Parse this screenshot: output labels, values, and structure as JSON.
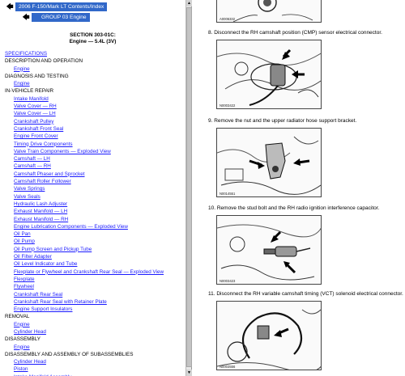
{
  "nav": {
    "contents_link": "2006 F-150/Mark LT Contents/Index",
    "group_link": "GROUP 03  Engine"
  },
  "section": {
    "line1": "SECTION 303-01C:",
    "line2": "Engine — 5.4L (3V)"
  },
  "toc": [
    {
      "text": "SPECIFICATIONS",
      "type": "link",
      "indent": false
    },
    {
      "text": "DESCRIPTION AND OPERATION",
      "type": "head",
      "indent": false
    },
    {
      "text": "Engine",
      "type": "link",
      "indent": true
    },
    {
      "text": "DIAGNOSIS AND TESTING",
      "type": "head",
      "indent": false
    },
    {
      "text": "Engine",
      "type": "link",
      "indent": true
    },
    {
      "text": "IN-VEHICLE REPAIR",
      "type": "head",
      "indent": false
    },
    {
      "text": "Intake Manifold",
      "type": "link",
      "indent": true
    },
    {
      "text": "Valve Cover — RH",
      "type": "link",
      "indent": true
    },
    {
      "text": "Valve Cover — LH",
      "type": "link",
      "indent": true
    },
    {
      "text": "Crankshaft Pulley",
      "type": "link",
      "indent": true
    },
    {
      "text": "Crankshaft Front Seal",
      "type": "link",
      "indent": true
    },
    {
      "text": "Engine Front Cover",
      "type": "link",
      "indent": true
    },
    {
      "text": "Timing Drive Components",
      "type": "link",
      "indent": true
    },
    {
      "text": "Valve Train Components — Exploded View",
      "type": "link",
      "indent": true
    },
    {
      "text": "Camshaft — LH",
      "type": "link",
      "indent": true
    },
    {
      "text": "Camshaft — RH",
      "type": "link",
      "indent": true
    },
    {
      "text": "Camshaft Phaser and Sprocket",
      "type": "link",
      "indent": true
    },
    {
      "text": "Camshaft Roller Follower",
      "type": "link",
      "indent": true
    },
    {
      "text": "Valve Springs",
      "type": "link",
      "indent": true
    },
    {
      "text": "Valve Seals",
      "type": "link",
      "indent": true
    },
    {
      "text": "Hydraulic Lash Adjuster",
      "type": "link",
      "indent": true
    },
    {
      "text": "Exhaust Manifold — LH",
      "type": "link",
      "indent": true
    },
    {
      "text": "Exhaust Manifold — RH",
      "type": "link",
      "indent": true
    },
    {
      "text": "Engine Lubrication Components — Exploded View",
      "type": "link",
      "indent": true
    },
    {
      "text": "Oil Pan",
      "type": "link",
      "indent": true
    },
    {
      "text": "Oil Pump",
      "type": "link",
      "indent": true
    },
    {
      "text": "Oil Pump Screen and Pickup Tube",
      "type": "link",
      "indent": true
    },
    {
      "text": "Oil Filter Adapter",
      "type": "link",
      "indent": true
    },
    {
      "text": "Oil Level Indicator and Tube",
      "type": "link",
      "indent": true
    },
    {
      "text": "Flexplate or Flywheel and Crankshaft Rear Seal — Exploded View",
      "type": "link",
      "indent": true
    },
    {
      "text": "Flexplate",
      "type": "link",
      "indent": true
    },
    {
      "text": "Flywheel",
      "type": "link",
      "indent": true
    },
    {
      "text": "Crankshaft Rear Seal",
      "type": "link",
      "indent": true
    },
    {
      "text": "Crankshaft Rear Seal with Retainer Plate",
      "type": "link",
      "indent": true
    },
    {
      "text": "Engine Support Insulators",
      "type": "link",
      "indent": true
    },
    {
      "text": "REMOVAL",
      "type": "head",
      "indent": false
    },
    {
      "text": "Engine",
      "type": "link",
      "indent": true
    },
    {
      "text": "Cylinder Head",
      "type": "link",
      "indent": true
    },
    {
      "text": "DISASSEMBLY",
      "type": "head",
      "indent": false
    },
    {
      "text": "Engine",
      "type": "link",
      "indent": true
    },
    {
      "text": "DISASSEMBLY AND ASSEMBLY OF SUBASSEMBLIES",
      "type": "head",
      "indent": false
    },
    {
      "text": "Cylinder Head",
      "type": "link",
      "indent": true
    },
    {
      "text": "Piston",
      "type": "link",
      "indent": true
    },
    {
      "text": "Intake Manifold Assembly",
      "type": "link",
      "indent": true
    }
  ],
  "figures": [
    {
      "caption": "A0006332"
    },
    {
      "caption": "N0003422"
    },
    {
      "caption": "N0014551"
    },
    {
      "caption": "N0003423"
    },
    {
      "caption": "N0003556"
    }
  ],
  "steps": [
    {
      "text": "8. Disconnect the RH camshaft position (CMP) sensor electrical connector."
    },
    {
      "text": "9. Remove the nut and the upper radiator hose support bracket."
    },
    {
      "text": "10. Remove the stud bolt and the RH radio ignition interference capacitor."
    },
    {
      "text": "11. Disconnect the RH variable camshaft timing (VCT) solenoid electrical connector."
    }
  ]
}
